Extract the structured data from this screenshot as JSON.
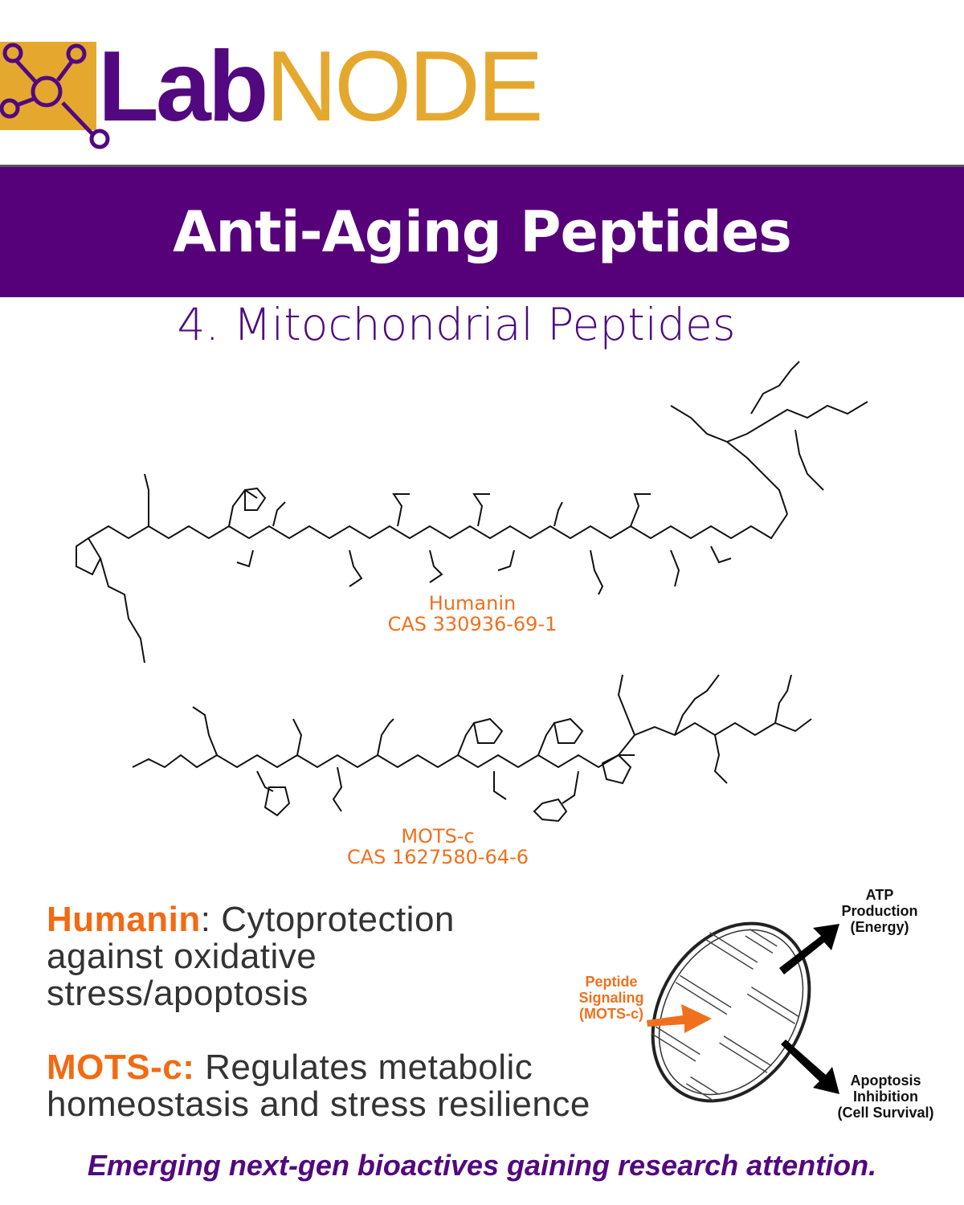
{
  "logo": {
    "lab": "Lab",
    "node": "NODE"
  },
  "banner": {
    "title": "Anti-Aging Peptides"
  },
  "subtitle": "4. Mitochondrial Peptides",
  "structures": {
    "humanin": {
      "name": "Humanin",
      "cas": "CAS 330936-69-1"
    },
    "mots_c": {
      "name": "MOTS-c",
      "cas": "CAS 1627580-64-6"
    }
  },
  "descriptions": {
    "humanin": {
      "name": "Humanin",
      "sep": ": ",
      "text": "Cytoprotection against oxidative stress/apoptosis"
    },
    "mots_c": {
      "name": "MOTS-c:",
      "text": " Regulates metabolic homeostasis and stress resilience"
    }
  },
  "diagram": {
    "atp": [
      "ATP",
      "Production",
      "(Energy)"
    ],
    "apoptosis": [
      "Apoptosis",
      "Inhibition",
      "(Cell Survival)"
    ],
    "peptide": [
      "Peptide",
      "Signaling",
      "(MOTS-c)"
    ]
  },
  "footer": "Emerging next-gen bioactives gaining research attention.",
  "colors": {
    "purple": "#56007a",
    "gold": "#e5a82f",
    "orange": "#f0701e"
  }
}
